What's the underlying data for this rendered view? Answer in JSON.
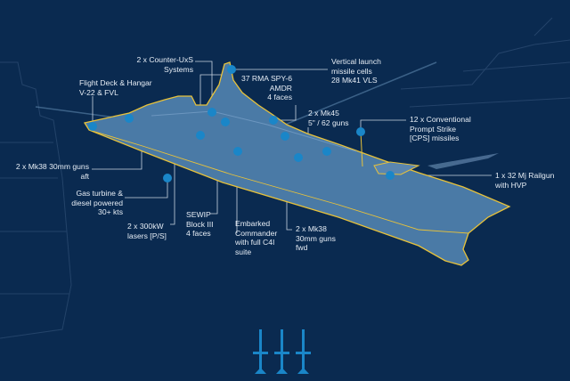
{
  "colors": {
    "background": "#0a2a50",
    "hull": "#4a7aa6",
    "outline": "#e8c23a",
    "dot": "#1a86c8",
    "missile": "#1a86c8"
  },
  "callouts": [
    {
      "id": "counter-uxs",
      "lines": [
        "2 x Counter-UxS",
        "Systems"
      ]
    },
    {
      "id": "flight-deck",
      "lines": [
        "Flight Deck & Hangar",
        "V-22 & FVL"
      ]
    },
    {
      "id": "spy6",
      "lines": [
        "37 RMA SPY-6",
        "AMDR",
        "4 faces"
      ]
    },
    {
      "id": "vls",
      "lines": [
        "Vertical launch",
        "missile cells",
        "28 Mk41 VLS"
      ]
    },
    {
      "id": "mk45",
      "lines": [
        "2 x Mk45",
        "5\" / 62 guns"
      ]
    },
    {
      "id": "cps",
      "lines": [
        "12 x Conventional",
        "Prompt Strike",
        "[CPS] missiles"
      ]
    },
    {
      "id": "railgun",
      "lines": [
        "1 x 32 Mj Railgun",
        "with HVP"
      ]
    },
    {
      "id": "mk38-aft",
      "lines": [
        "2 x Mk38 30mm guns",
        "aft"
      ]
    },
    {
      "id": "propulsion",
      "lines": [
        "Gas turbine &",
        "diesel powered",
        "30+ kts"
      ]
    },
    {
      "id": "lasers",
      "lines": [
        "2 x 300kW",
        "lasers [P/S]"
      ]
    },
    {
      "id": "sewip",
      "lines": [
        "SEWIP",
        "Block III",
        "4 faces"
      ]
    },
    {
      "id": "c4i",
      "lines": [
        "Embarked",
        "Commander",
        "with full C4I",
        "suite"
      ]
    },
    {
      "id": "mk38-fwd",
      "lines": [
        "2 x Mk38",
        "30mm guns",
        "fwd"
      ]
    }
  ]
}
